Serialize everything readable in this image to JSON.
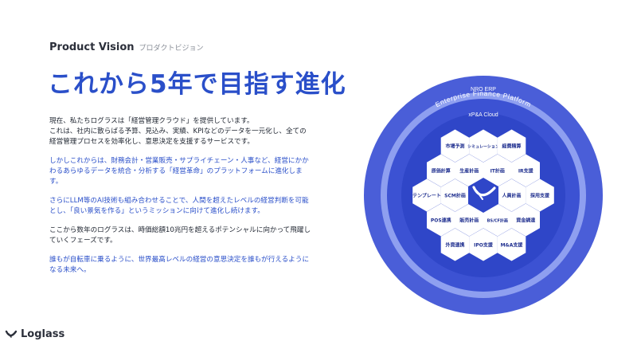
{
  "header": {
    "en": "Product Vision",
    "jp": "プロダクトビジョン"
  },
  "title": "これから5年で目指す進化",
  "paragraphs": [
    {
      "style": "dark",
      "lines": [
        "現在、私たちログラスは「経営管理クラウド」を提供しています。",
        "これは、社内に散らばる予算、見込み、実績、KPIなどのデータを一元化し、全ての",
        "経営管理プロセスを効率化し、意思決定を支援するサービスです。"
      ]
    },
    {
      "style": "blue",
      "lines": [
        "しかしこれからは、財務会計・営業販売・サプライチェーン・人事など、経営にかか",
        "わるあらゆるデータを統合・分析する「経営革命」のプラットフォームに進化しま",
        "す。"
      ]
    },
    {
      "style": "blue",
      "lines": [
        "さらにLLM等のAI技術も組み合わせることで、人間を超えたレベルの経営判断を可能",
        "とし、「良い景気を作る」というミッションに向けて進化し続けます。"
      ]
    },
    {
      "style": "dark",
      "lines": [
        "ここから数年のログラスは、時価総額10兆円を超えるポテンシャルに向かって飛躍し",
        "ていくフェーズです。"
      ]
    },
    {
      "style": "blue",
      "lines": [
        "誰もが自転車に乗るように、世界最高レベルの経営の意思決定を誰もが行えるように",
        "なる未来へ。"
      ]
    }
  ],
  "diagram": {
    "outer_label": "Enterprise Finance Platform",
    "middle_label": "NRO ERP",
    "inner_label": "xP&A Cloud",
    "hexes": [
      "市場予測",
      "シミュレーション",
      "経費精算",
      "原価計算",
      "生産計画",
      "IT計画",
      "IR支援",
      "テンプレート",
      "SCM計画",
      "人員計画",
      "採用支援",
      "POS連携",
      "販売計画",
      "BS/CF計画",
      "資金調達",
      "外資連携",
      "IPO支援",
      "M&A支援"
    ],
    "colors": {
      "outer": "#4a5ed8",
      "ring": "#8e9ff0",
      "middle": "#3c52d3",
      "inner": "#2f46c8",
      "hex": "#ffffff",
      "hex_text": "#1f2f8f"
    }
  },
  "logo": {
    "name": "Loglass"
  }
}
